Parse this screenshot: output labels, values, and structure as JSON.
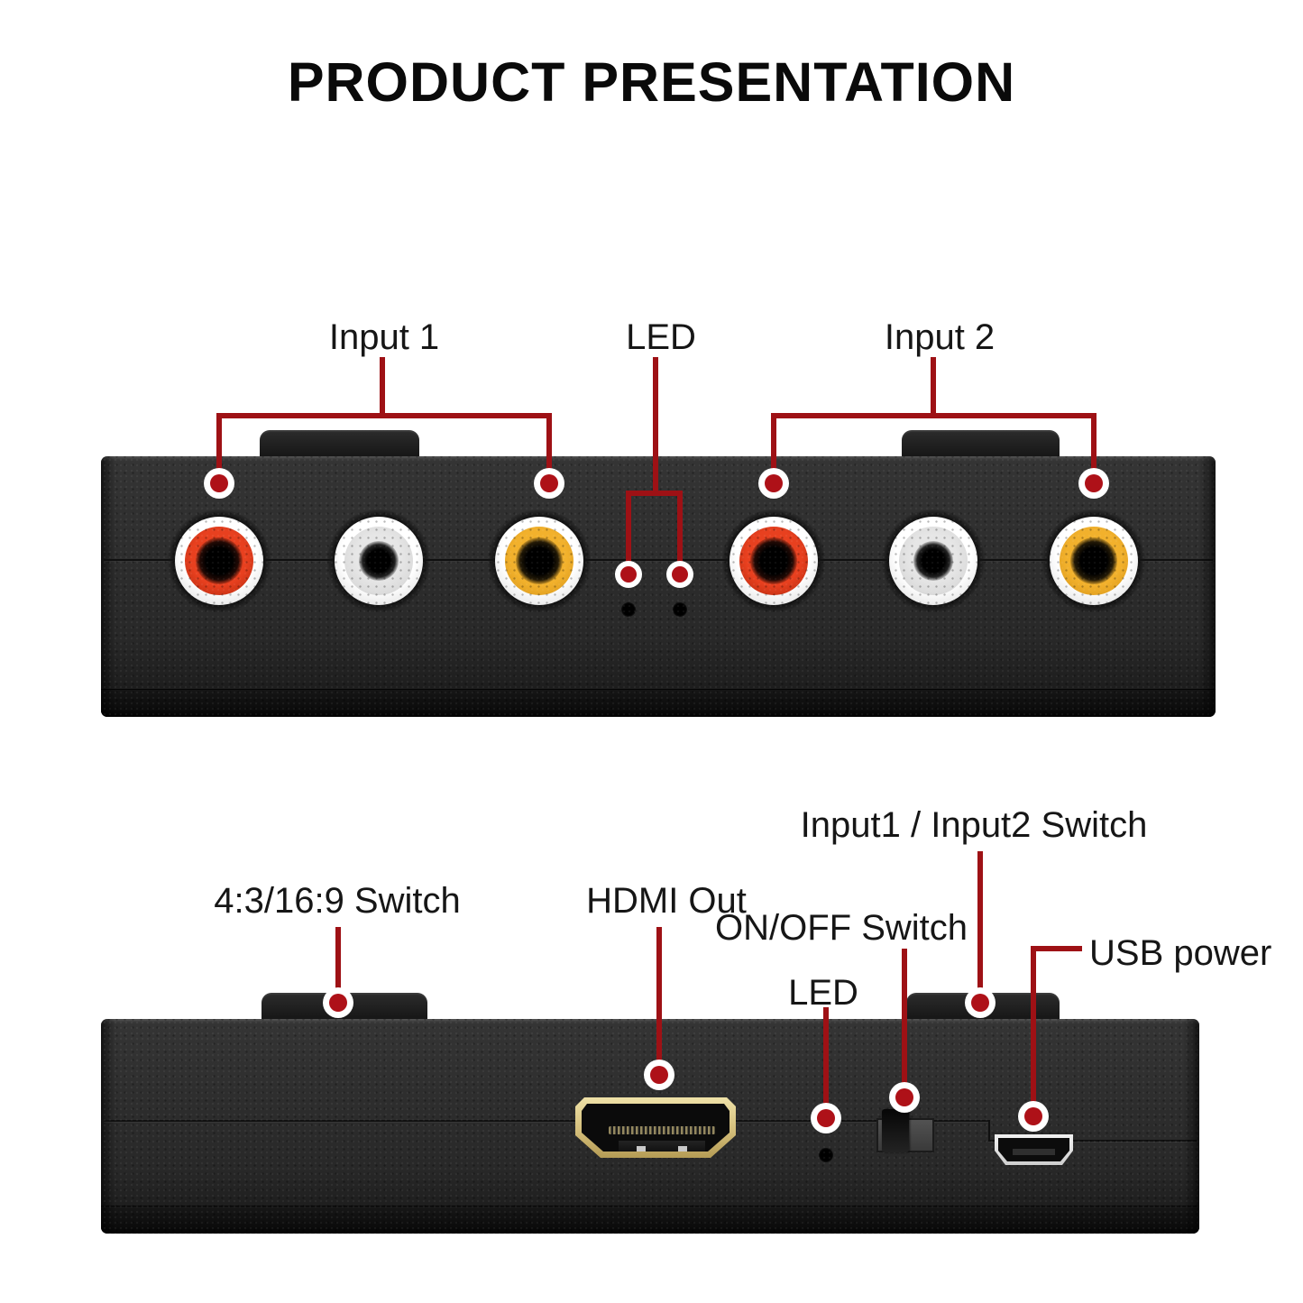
{
  "title": "PRODUCT PRESENTATION",
  "colors": {
    "callout_line": "#9e1115",
    "marker_dot": "#ae1118",
    "device_body": "#2d2d2d",
    "rca_red": "#e8401f",
    "rca_white": "#dcdcdc",
    "rca_yellow": "#f2b12c",
    "hdmi_gold": "#d4be7a",
    "label_text": "#161616"
  },
  "top_view": {
    "labels": {
      "input1": "Input 1",
      "led": "LED",
      "input2": "Input 2"
    },
    "ports": {
      "input1_jacks": [
        "red-rca-jack",
        "white-rca-jack",
        "yellow-rca-jack"
      ],
      "input2_jacks": [
        "red-rca-jack",
        "white-rca-jack",
        "yellow-rca-jack"
      ],
      "led_holes": 2,
      "top_buttons": 2
    }
  },
  "bottom_view": {
    "labels": {
      "aspect_switch": "4:3/16:9 Switch",
      "hdmi_out": "HDMI Out",
      "on_off_switch": "ON/OFF Switch",
      "led": "LED",
      "input_switch": "Input1 / Input2 Switch",
      "usb_power": "USB power"
    },
    "ports": {
      "hdmi_out": "hdmi-port",
      "usb_power": "micro-usb-port",
      "on_off": "slide-switch",
      "led_holes": 1,
      "top_buttons": 2
    }
  }
}
